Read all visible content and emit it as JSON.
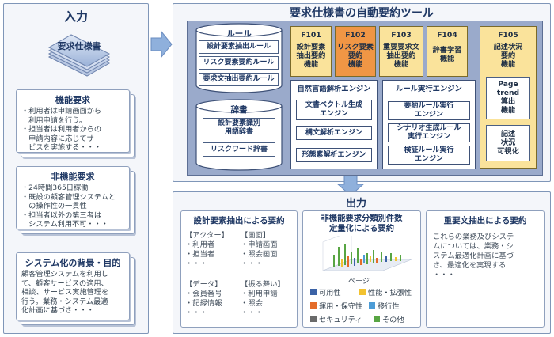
{
  "input": {
    "title": "入力",
    "stack_label": "要求仕様書",
    "func": {
      "heading": "機能要求",
      "items": [
        "・利用者は申請画面から",
        "　利用申請を行う。",
        "・担当者は利用者からの",
        "　申請内容に応じてサー",
        "　ビスを実施する・・・"
      ]
    },
    "nonfunc": {
      "heading": "非機能要求",
      "items": [
        "・24時間365日稼働",
        "・既設の顧客管理システムと",
        "　の操作性の一貫性",
        "・担当者以外の第三者は",
        "　システム利用不可・・・"
      ]
    },
    "background": {
      "heading": "システム化の背景・目的",
      "items": [
        "顧客管理システムを利用し",
        "て、顧客サービスの適用、",
        "相談、サービス実施管理を",
        "行う。業務・システム最適",
        "化計画に基づき・・・"
      ]
    }
  },
  "tool": {
    "title": "要求仕様書の自動要約ツール",
    "rules_label": "ルール",
    "rules": [
      "設計要素抽出ルール",
      "リスク要素要約ルール",
      "要求文抽出要約ルール"
    ],
    "dict_label": "辞書",
    "dicts": [
      "設計要素識別\n用語辞書",
      "リスクワード辞書"
    ],
    "functions": [
      {
        "id": "F101",
        "label": "設計要素\n抽出要約\n機能"
      },
      {
        "id": "F102",
        "label": "リスク要素\n要約\n機能"
      },
      {
        "id": "F103",
        "label": "重要要求文\n抽出要約\n機能"
      },
      {
        "id": "F104",
        "label": "辞書学習\n機能"
      }
    ],
    "f105": {
      "id": "F105",
      "label": "記述状況\n要約\n機能",
      "subs": [
        "Page\ntrend\n算出\n機能",
        "記述\n状況\n可視化"
      ]
    },
    "nlp_title": "自然言語解析エンジン",
    "nlp_items": [
      "文書ベクトル生成\nエンジン",
      "構文解析エンジン",
      "形態素解析エンジン"
    ],
    "rule_engine_title": "ルール実行エンジン",
    "rule_engine_items": [
      "要約ルール実行\nエンジン",
      "シナリオ生成ルール\n実行エンジン",
      "検証ルール実行\nエンジン"
    ]
  },
  "output": {
    "title": "出力",
    "design": {
      "title": "設計要素抽出による要約",
      "groups": [
        {
          "head": "【アクター】",
          "items": [
            "・利用者",
            "・担当者",
            "・・・"
          ]
        },
        {
          "head": "【画面】",
          "items": [
            "・申請画面",
            "・照会画面",
            "・・・"
          ]
        },
        {
          "head": "【データ】",
          "items": [
            "・会員番号",
            "・記録情報",
            "・・・"
          ]
        },
        {
          "head": "【振る舞い】",
          "items": [
            "・利用申請",
            "・照会",
            "・・・"
          ]
        }
      ]
    },
    "nonfunc": {
      "title": "非機能要求分類別件数\n定量化による要約",
      "page_label": "ページ",
      "legend": [
        {
          "label": "可用性",
          "color": "#3b62a6"
        },
        {
          "label": "性能・拡張性",
          "color": "#f2c230"
        },
        {
          "label": "運用・保守性",
          "color": "#e46c2a"
        },
        {
          "label": "移行性",
          "color": "#4c9cd6"
        },
        {
          "label": "セキュリティ",
          "color": "#6a6a6a"
        },
        {
          "label": "その他",
          "color": "#58a543"
        }
      ]
    },
    "important": {
      "title": "重要文抽出による要約",
      "text": [
        "これらの業務及びシステ",
        "ムについては、業務・シ",
        "ステム最適化計画に基づ",
        "き、最適化を実現する",
        "・・・"
      ]
    }
  }
}
